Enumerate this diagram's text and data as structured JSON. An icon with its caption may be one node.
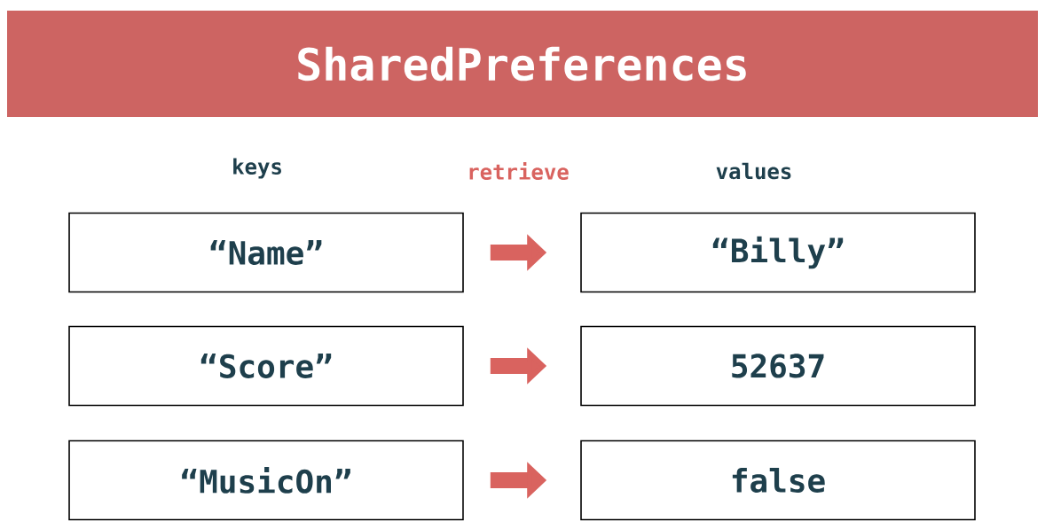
{
  "diagram": {
    "title": "SharedPreferences",
    "nodes": [
      {
        "text": [
          "“Name”"
        ]
      },
      {
        "text": [
          "“Billy”"
        ]
      },
      {
        "text": [
          "“Score”"
        ]
      },
      {
        "text": [
          "52637"
        ]
      },
      {
        "text": [
          "“MusicOn”"
        ]
      },
      {
        "text": [
          "false"
        ]
      }
    ],
    "edges": [
      {
        "from": 0,
        "to": 1,
        "arrow": "to"
      },
      {
        "from": 2,
        "to": 3,
        "arrow": "to"
      },
      {
        "from": 4,
        "to": 5,
        "arrow": "to"
      }
    ],
    "labels": [
      "keys",
      "retrieve",
      "values"
    ]
  }
}
